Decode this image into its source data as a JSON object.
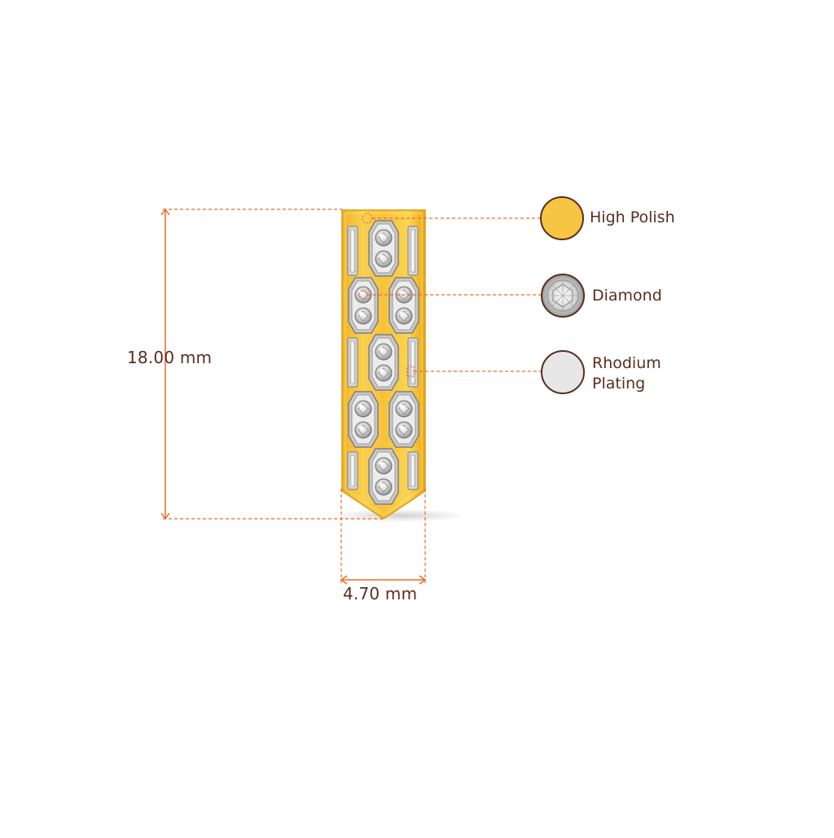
{
  "dimensions": {
    "height_label": "18.00 mm",
    "width_label": "4.70 mm"
  },
  "legend": [
    {
      "label": "High Polish",
      "swatch": "gold"
    },
    {
      "label": "Diamond",
      "swatch": "diamond"
    },
    {
      "label": "Rhodium\nPlating",
      "swatch": "rhodium"
    }
  ],
  "colors": {
    "dimension_line": "#f26a21",
    "label_text": "#5a2e1d",
    "swatch_border": "#5a2e1d",
    "gold": "#f6c543",
    "gold_dark": "#e0a51a",
    "rhodium": "#e7e7e7"
  }
}
